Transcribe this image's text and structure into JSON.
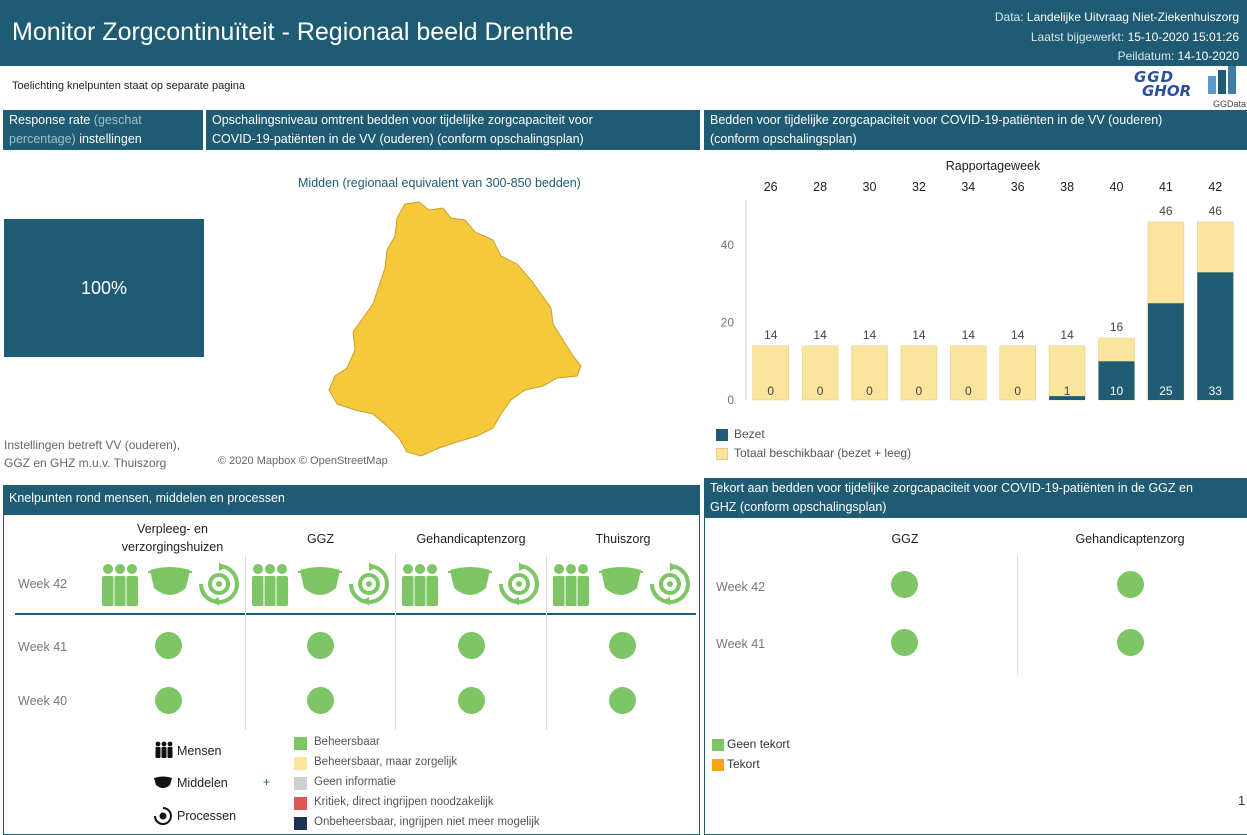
{
  "header": {
    "title": "Monitor Zorgcontinuïteit - Regionaal beeld Drenthe",
    "data_label": "Data: ",
    "data_value": "Landelijke Uitvraag Niet-Ziekenhuiszorg",
    "updated_label": "Laatst bijgewerkt: ",
    "updated_value": "15-10-2020 15:01:26",
    "peildatum_label": "Peildatum: ",
    "peildatum_value": "14-10-2020"
  },
  "subnote": "Toelichting knelpunten staat op separate pagina",
  "logos": {
    "ggd_top": "GGD",
    "ggd_bottom": "GHOR",
    "ggdata": "GGData"
  },
  "response": {
    "header_strong1": "Response rate",
    "header_light1": " (geschat",
    "header_light2": "percentage)",
    "header_strong2": " instellingen",
    "value": "100%",
    "note_line1": "Instellingen betreft VV (ouderen),",
    "note_line2": "GGZ en GHZ m.u.v. Thuiszorg"
  },
  "map": {
    "header_line1": "Opschalingsniveau omtrent bedden voor tijdelijke zorgcapaciteit voor",
    "header_line2": "COVID-19-patiënten in de VV (ouderen) (conform opschalingsplan)",
    "caption": "Midden (regionaal equivalent van 300-850 bedden)",
    "credit": "© 2020 Mapbox © OpenStreetMap",
    "region_color": "#f6c93c"
  },
  "beds_chart": {
    "header_line1": "Bedden voor tijdelijke zorgcapaciteit voor COVID-19-patiënten in de VV (ouderen)",
    "header_line2": "(conform opschalingsplan)",
    "legend": [
      {
        "label": "Bezet",
        "color": "#1f5c74"
      },
      {
        "label": "Totaal beschikbaar (bezet + leeg)",
        "color": "#fbe49b"
      }
    ]
  },
  "chart_data": {
    "type": "bar",
    "title": "",
    "xlabel": "Rapportageweek",
    "ylabel": "",
    "categories": [
      "26",
      "28",
      "30",
      "32",
      "34",
      "36",
      "38",
      "40",
      "41",
      "42"
    ],
    "series": [
      {
        "name": "Totaal beschikbaar (bezet + leeg)",
        "values": [
          14,
          14,
          14,
          14,
          14,
          14,
          14,
          16,
          46,
          46
        ],
        "color": "#fbe49b"
      },
      {
        "name": "Bezet",
        "values": [
          0,
          0,
          0,
          0,
          0,
          0,
          1,
          10,
          25,
          33
        ],
        "color": "#1f5c74"
      }
    ],
    "yticks": [
      0,
      20,
      40
    ],
    "ylim": [
      0,
      52
    ],
    "grid": false,
    "legend_position": "bottom-left"
  },
  "knelpunten": {
    "header": "Knelpunten rond mensen, middelen en processen",
    "columns": [
      "Verpleeg- en verzorgingshuizen",
      "GGZ",
      "Gehandicaptenzorg",
      "Thuiszorg"
    ],
    "column_line1": "Verpleeg- en",
    "column_line2": "verzorgingshuizen",
    "weeks": [
      "Week 42",
      "Week 41",
      "Week 40"
    ],
    "status_color": "#7ec566",
    "icon_legend": [
      {
        "label": "Mensen",
        "icon": "people-icon"
      },
      {
        "label": "Middelen",
        "icon": "mask-icon"
      },
      {
        "label": "Processen",
        "icon": "process-gear-icon"
      }
    ],
    "plus": "+",
    "status_legend": [
      {
        "label": "Beheersbaar",
        "color": "#7ec566"
      },
      {
        "label": "Beheersbaar, maar zorgelijk",
        "color": "#fbe49b"
      },
      {
        "label": "Geen informatie",
        "color": "#cfcfcf"
      },
      {
        "label": "Kritiek, direct ingrijpen noodzakelijk",
        "color": "#e05656"
      },
      {
        "label": "Onbeheersbaar, ingrijpen niet meer mogelijk",
        "color": "#1d3157"
      }
    ]
  },
  "tekort": {
    "header_line1": "Tekort aan bedden voor tijdelijke zorgcapaciteit voor COVID-19-patiënten in de GGZ en",
    "header_line2": "GHZ (conform opschalingsplan)",
    "columns": [
      "GGZ",
      "Gehandicaptenzorg"
    ],
    "weeks": [
      "Week 42",
      "Week 41"
    ],
    "legend": [
      {
        "label": "Geen tekort",
        "color": "#7ec566"
      },
      {
        "label": "Tekort",
        "color": "#f5a31a"
      }
    ],
    "page_indicator": "1"
  }
}
